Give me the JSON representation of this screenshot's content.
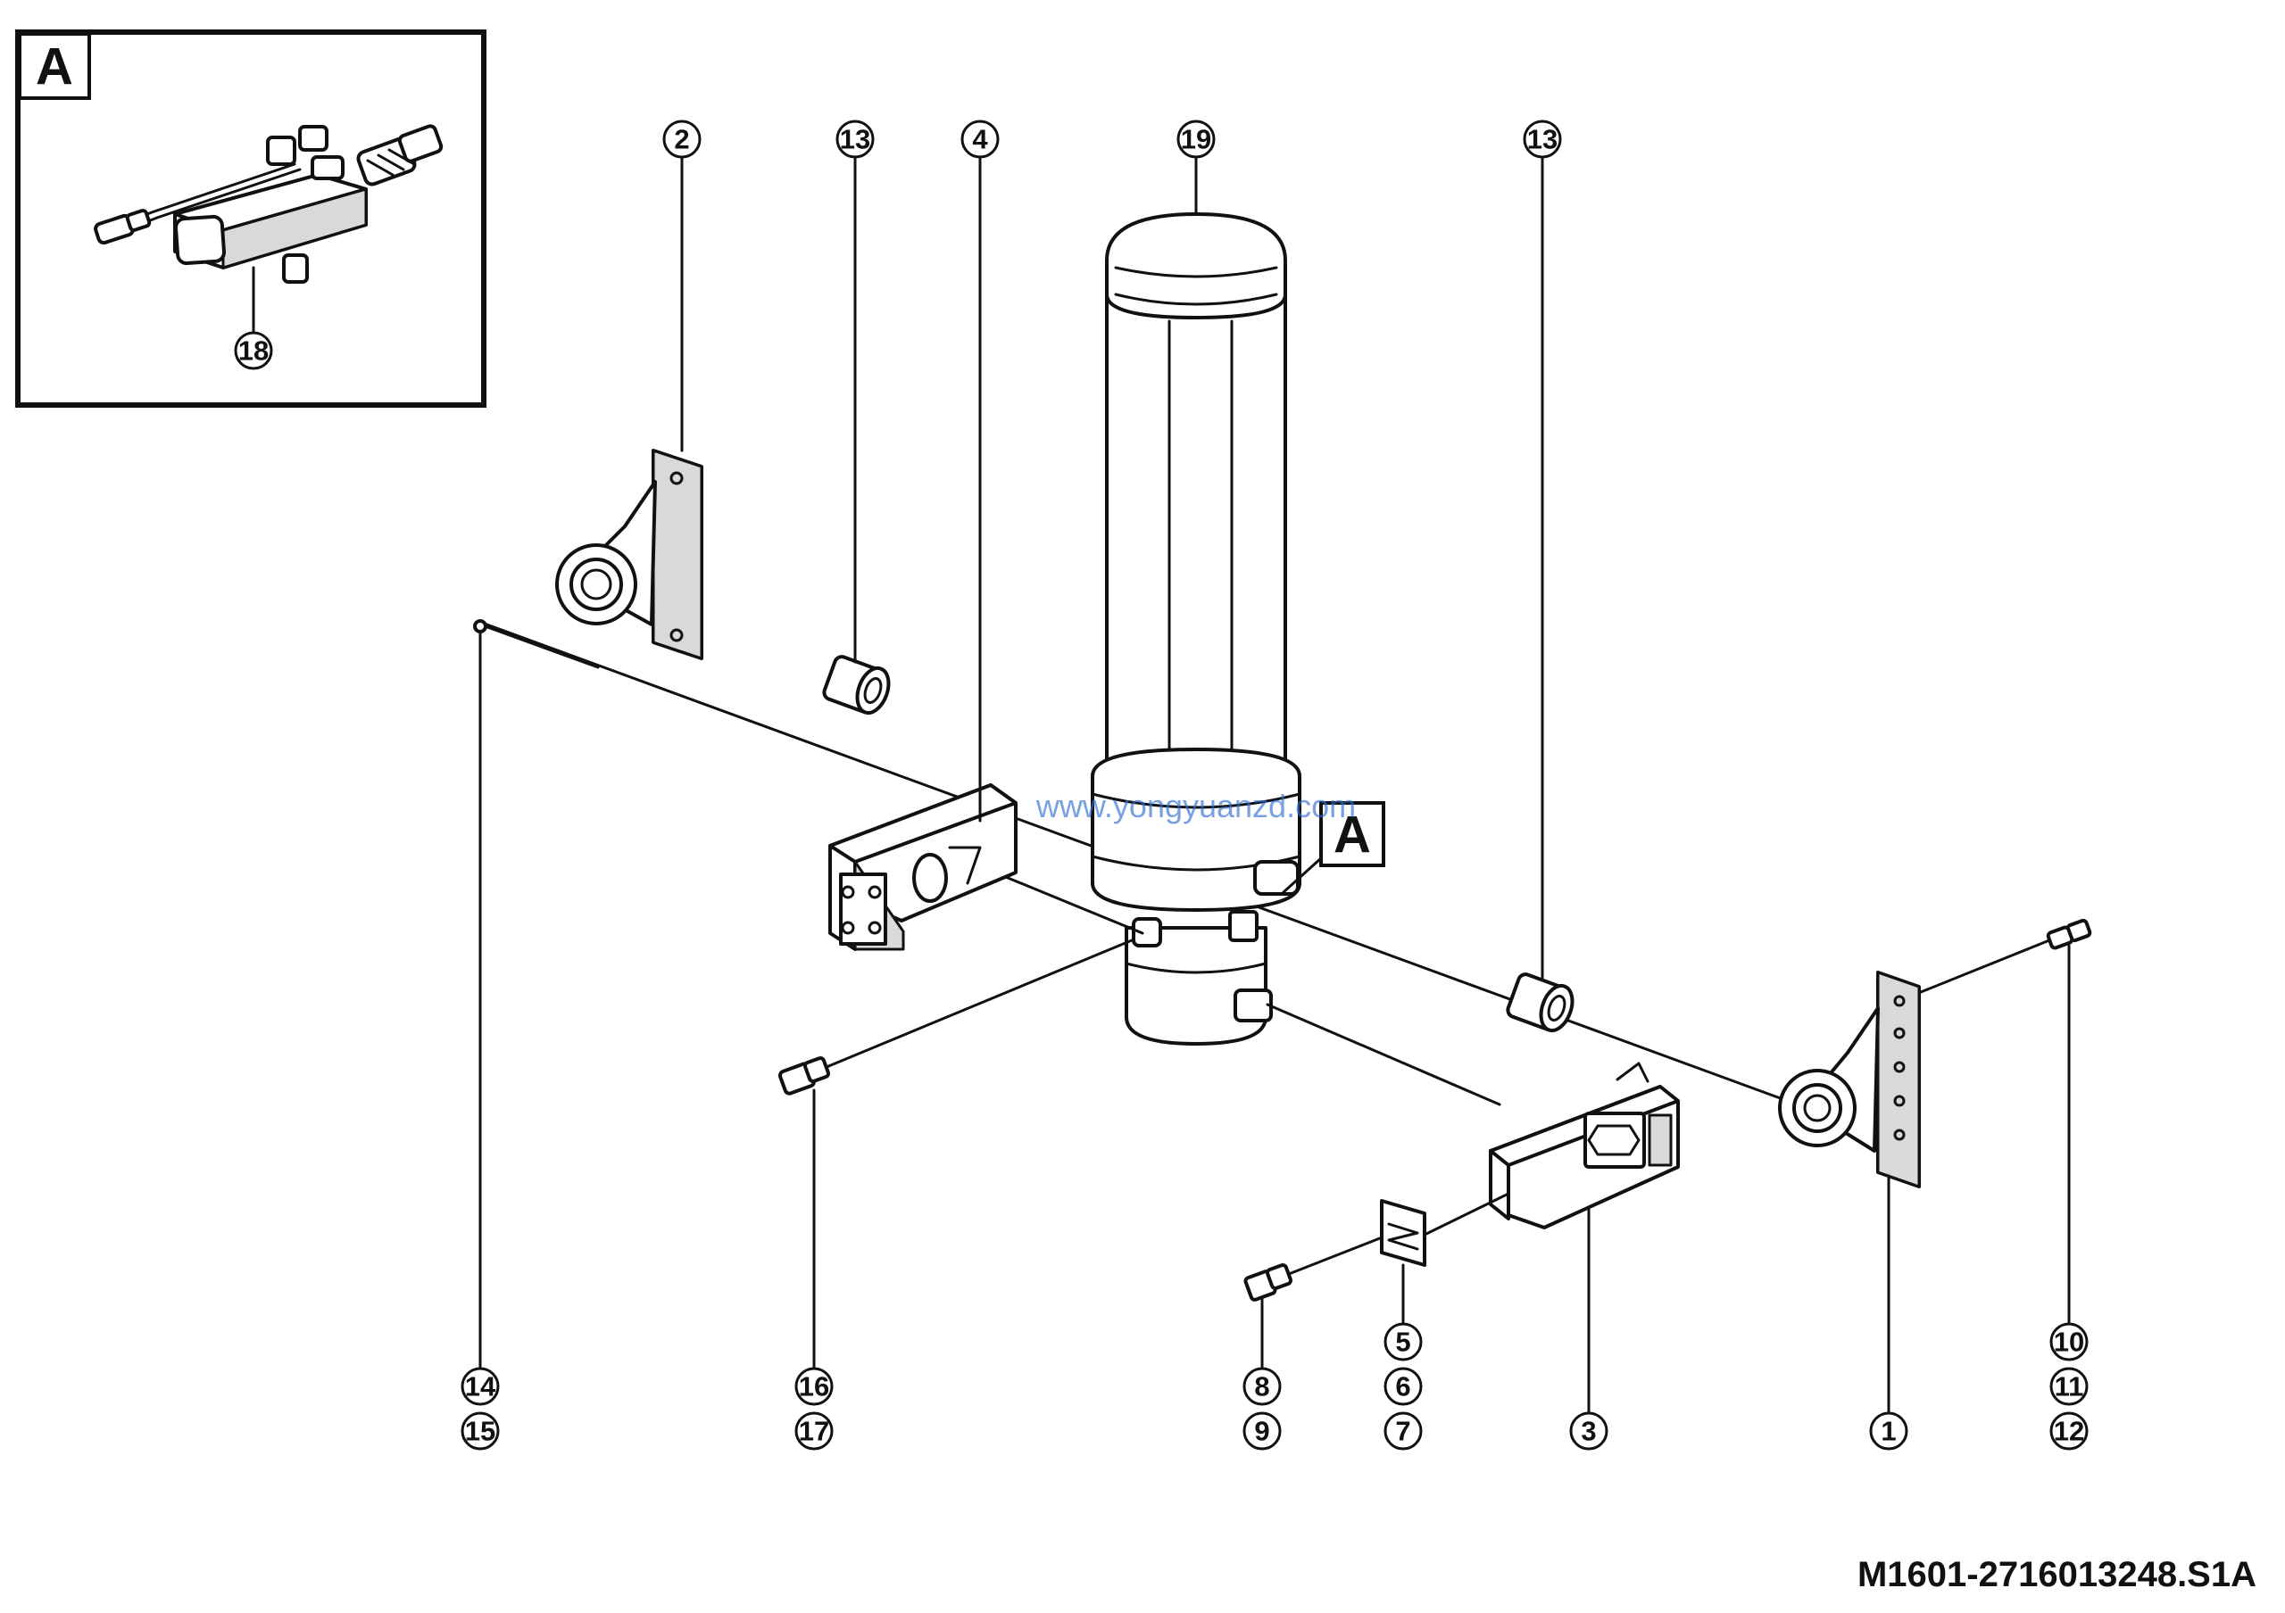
{
  "inset": {
    "tag": "A",
    "callout": "18"
  },
  "detail_marker": "A",
  "watermark": "www.yongyuanzd.com",
  "drawing_number": "M1601-2716013248.S1A",
  "callouts": {
    "c1": "1",
    "c2": "2",
    "c3": "3",
    "c4": "4",
    "c13_left": "13",
    "c13_right": "13",
    "c19": "19",
    "c5": "5",
    "c6": "6",
    "c7": "7",
    "c8": "8",
    "c9": "9",
    "c10": "10",
    "c11": "11",
    "c12": "12",
    "c14": "14",
    "c15": "15",
    "c16": "16",
    "c17": "17"
  }
}
